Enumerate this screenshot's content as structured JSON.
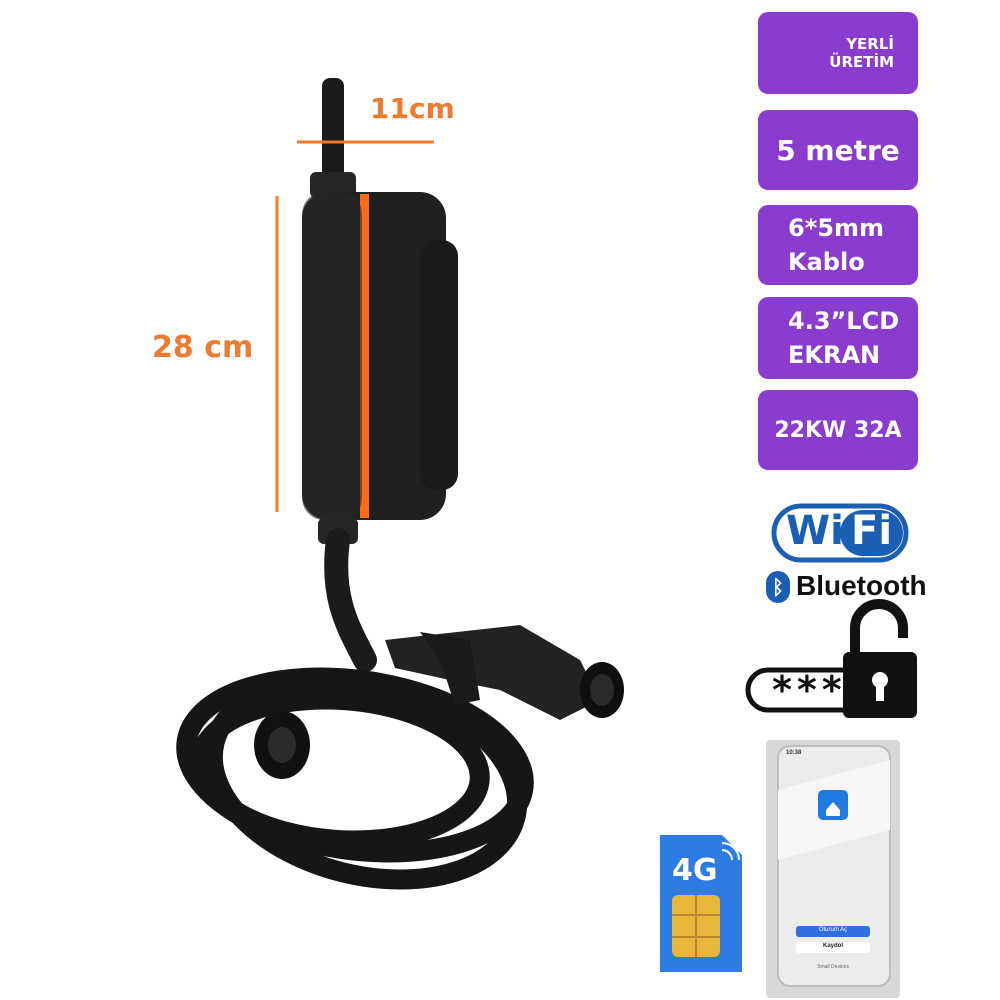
{
  "dimensions": {
    "width_label": "11cm",
    "height_label": "28 cm"
  },
  "badges": {
    "yerli_line1": "YERLİ",
    "yerli_line2": "ÜRETİM",
    "cable_length": "5 metre",
    "cable_spec_line1": "6*5mm",
    "cable_spec_line2": "Kablo",
    "lcd_line1": "4.3”LCD",
    "lcd_line2": "EKRAN",
    "power": "22KW 32A"
  },
  "connectivity": {
    "wifi_left": "Wi",
    "wifi_right": "Fi",
    "bluetooth": "Bluetooth",
    "password_mask": "***"
  },
  "phone": {
    "status_time": "10:38",
    "primary_button": "Oturum Aç",
    "secondary_button": "Kaydol",
    "footer_link": "Small Devices"
  },
  "sim": {
    "label": "4G"
  },
  "colors": {
    "accent_purple": "#8a3ccf",
    "dimension_orange": "#f07a2e",
    "device_orange_stripe": "#ff6a13",
    "wifi_blue": "#1a5fb4"
  }
}
